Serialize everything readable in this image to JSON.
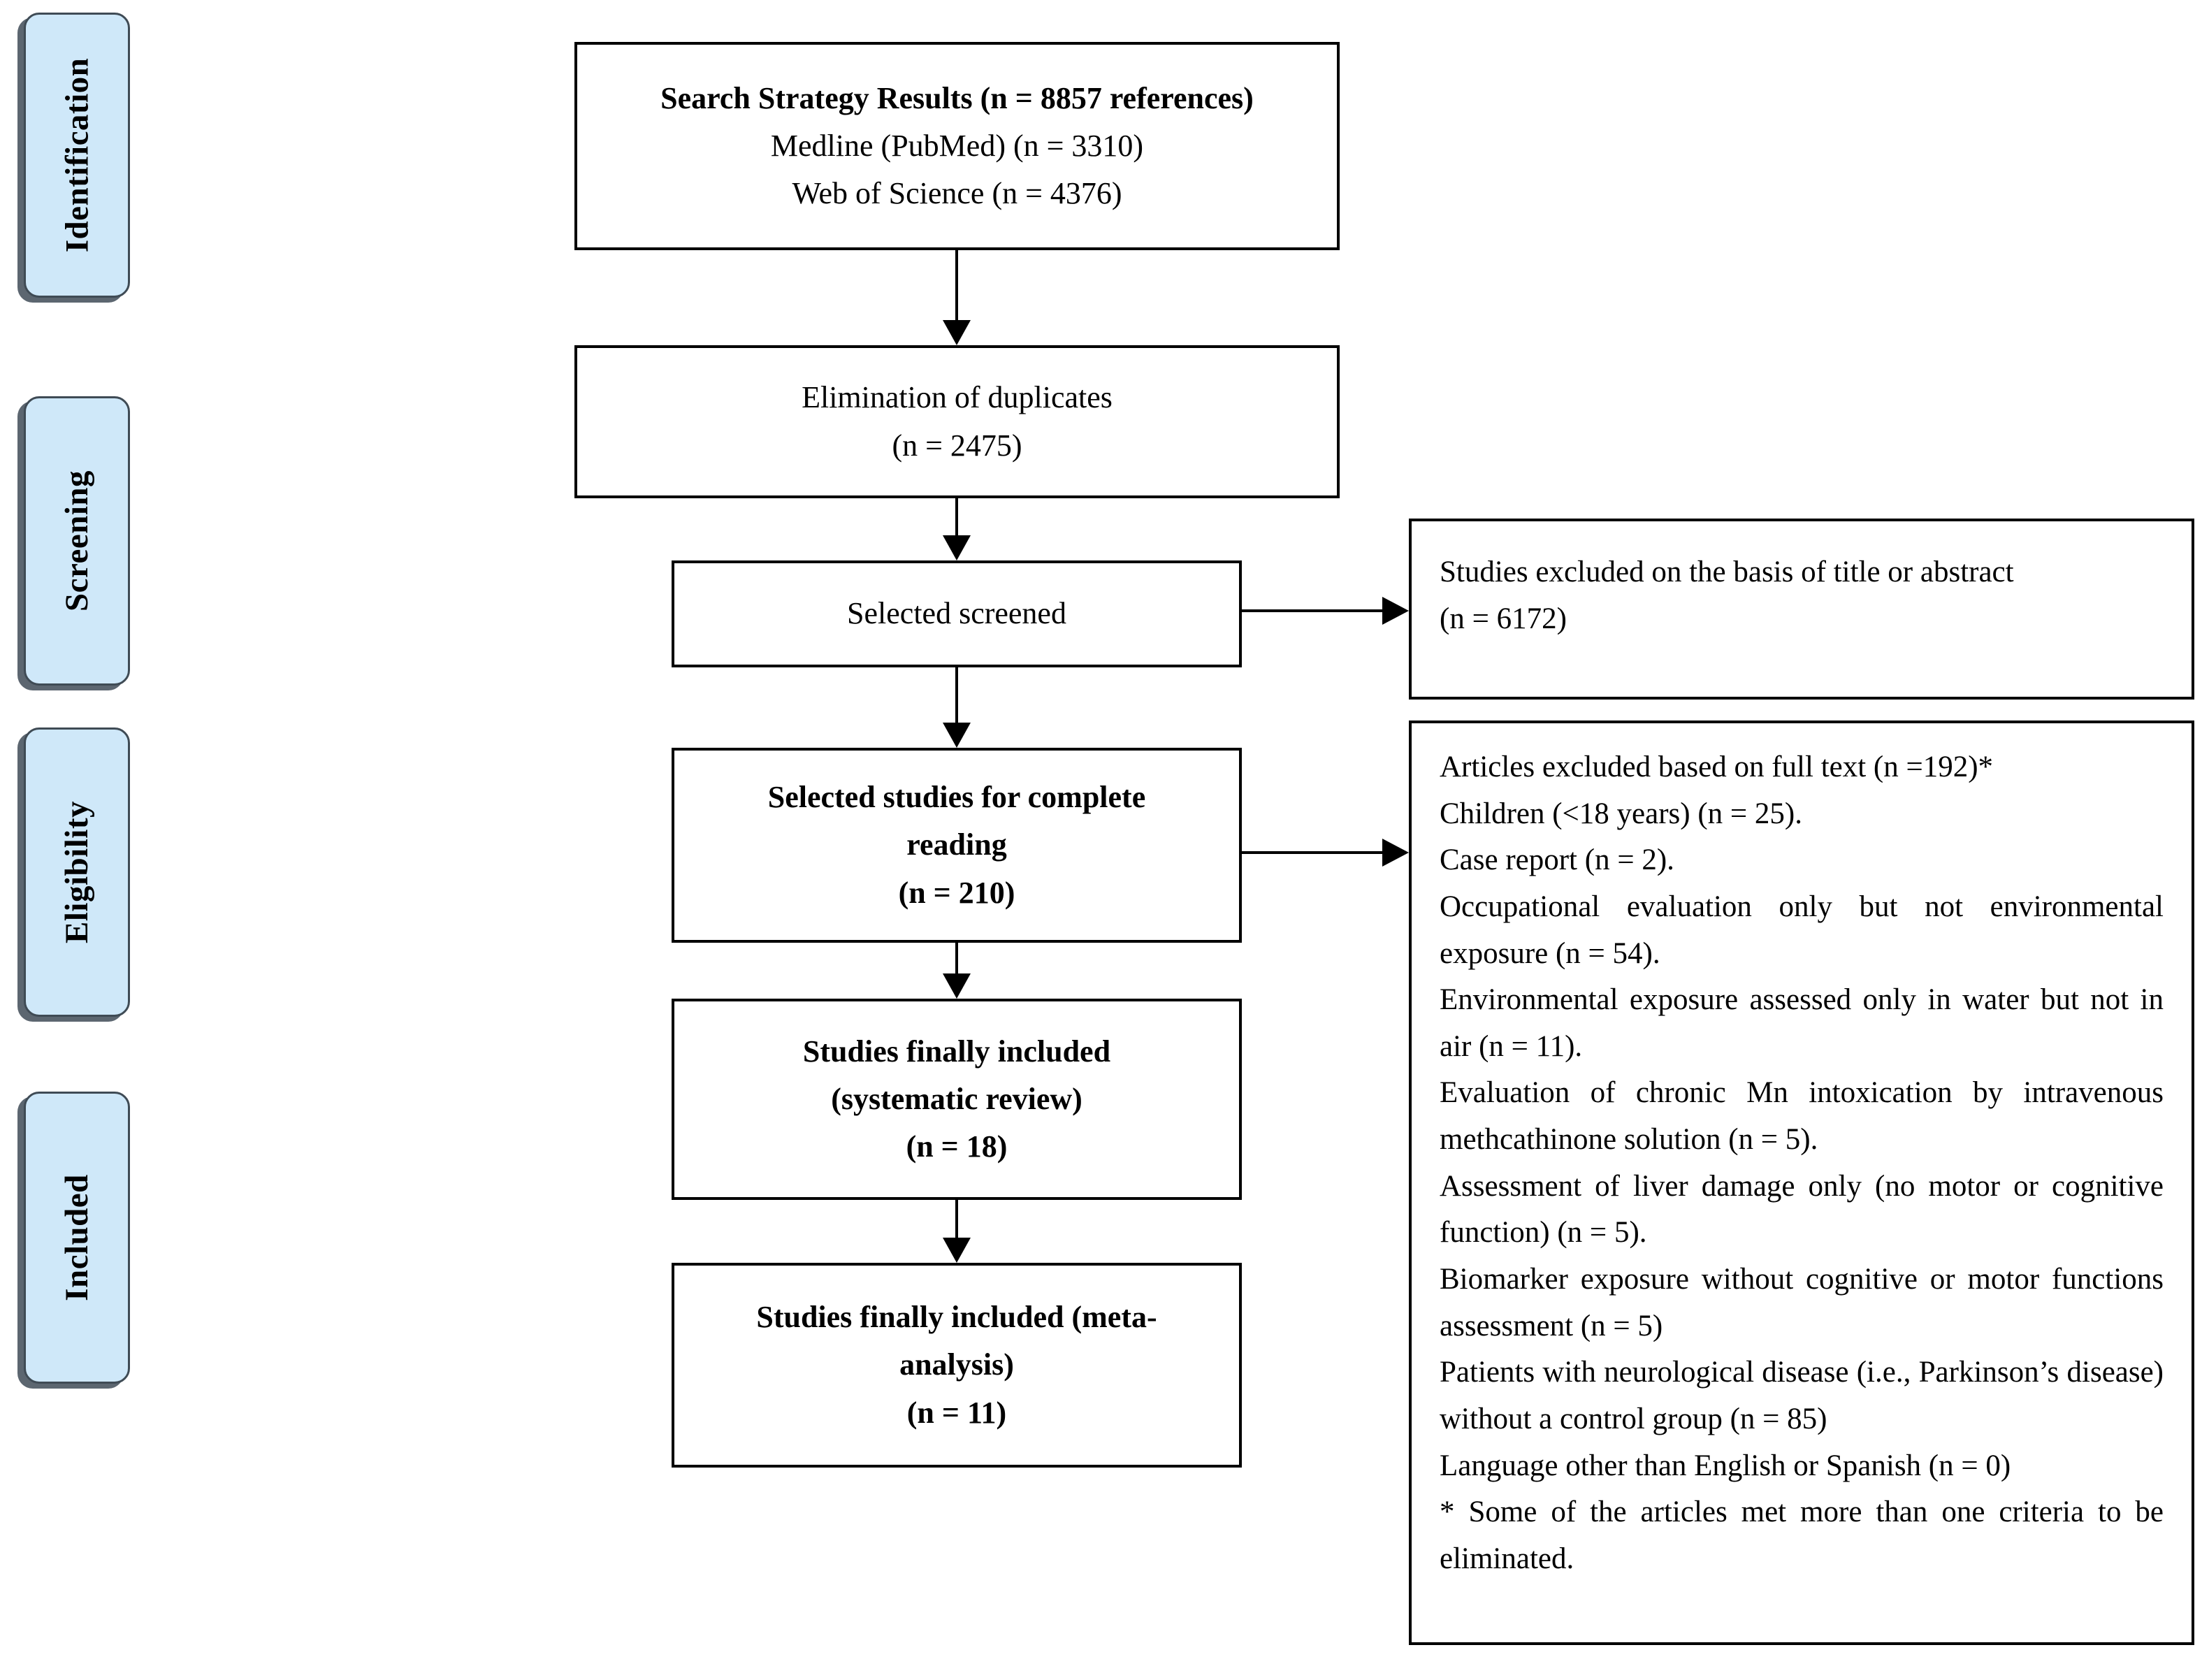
{
  "figure": {
    "stages": [
      {
        "label": "Identification"
      },
      {
        "label": "Screening"
      },
      {
        "label": "Eligibility"
      },
      {
        "label": "Included"
      }
    ],
    "flow": [
      {
        "id": "search-results",
        "lines": [
          "Search Strategy Results (n = 8857 references)",
          "Medline (PubMed) (n = 3310)",
          "Web of Science (n = 4376)"
        ]
      },
      {
        "id": "duplicates",
        "lines": [
          "Elimination of duplicates",
          "(n = 2475)"
        ]
      },
      {
        "id": "screened",
        "lines": [
          "Selected screened"
        ]
      },
      {
        "id": "complete-reading",
        "lines": [
          "Selected studies for complete",
          "reading",
          "(n = 210)"
        ]
      },
      {
        "id": "systematic-review",
        "lines": [
          "Studies finally included",
          "(systematic review)",
          "(n = 18)"
        ]
      },
      {
        "id": "meta-analysis",
        "lines": [
          "Studies finally included (meta-",
          "analysis)",
          "(n = 11)"
        ]
      }
    ],
    "exclusions": [
      {
        "id": "title-abstract",
        "lines": [
          "Studies excluded on the basis of title or abstract",
          "(n = 6172)"
        ]
      },
      {
        "id": "full-text",
        "paragraphs": [
          "Articles excluded based on full text (n =192)*",
          "Children (<18 years) (n = 25).",
          "Case report (n = 2).",
          "Occupational evaluation only but not environmental exposure (n = 54).",
          "Environmental exposure assessed only in water but not in air (n = 11).",
          "Evaluation of chronic Mn intoxication by intravenous methcathinone solution (n = 5).",
          "Assessment of liver damage only (no motor or cognitive function) (n = 5).",
          "Biomarker exposure without cognitive or motor functions assessment (n = 5)",
          "Patients with neurological disease (i.e., Parkinson’s disease) without a control group (n = 85)",
          "Language other than English or Spanish (n = 0)",
          "* Some of the articles met more than one criteria to be eliminated."
        ]
      }
    ],
    "colors": {
      "stage_fill": "#cfe8f9",
      "stage_border": "#3f4b55",
      "stage_shadow": "#5c6670",
      "box_border": "#000000",
      "background": "#ffffff"
    }
  }
}
